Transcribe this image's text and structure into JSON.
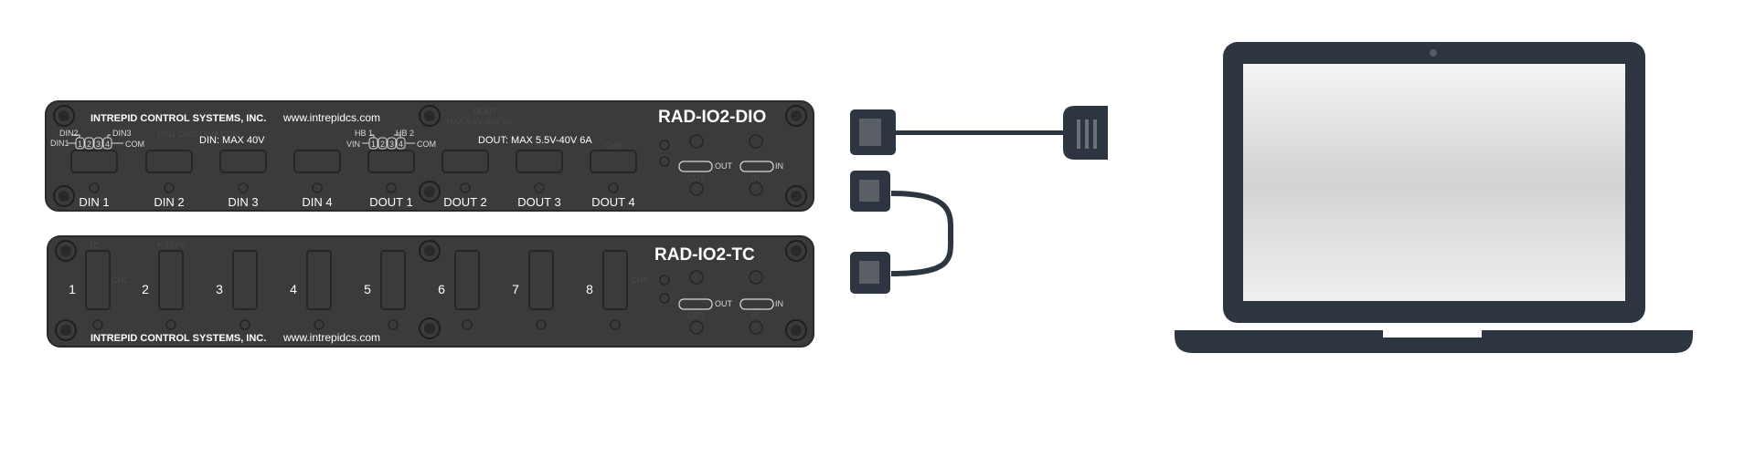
{
  "dio_panel": {
    "company": "INTREPID CONTROL SYSTEMS, INC.",
    "website": "www.intrepidcs.com",
    "model": "RAD-IO2-DIO",
    "din_spec": "DIN: MAX 40V",
    "dout_spec": "DOUT: MAX 5.5V-40V 6A",
    "dout_ghost": "DOUT",
    "dout_ghost_spec": "MAX 5.5V-40V 6A",
    "pin_labels": {
      "din1": "DIN1",
      "din2": "DIN2",
      "din3": "DIN3",
      "com_left": "COM",
      "hb1": "HB 1",
      "hb2": "HB 2",
      "vin": "VIN",
      "com_right": "COM",
      "pins": [
        "1",
        "2",
        "3",
        "4"
      ]
    },
    "port_labels": [
      "DIN 1",
      "DIN 2",
      "DIN 3",
      "DIN 4",
      "DOUT 1",
      "DOUT 2",
      "DOUT 3",
      "DOUT 4"
    ],
    "ghost_labels": [
      "DIN1 DIN2 DIN3 COM",
      "CH8"
    ],
    "link_labels": {
      "out": "OUT",
      "in": "IN",
      "out_below": "OUT",
      "in_below": "IN"
    }
  },
  "tc_panel": {
    "company": "INTREPID CONTROL SYSTEMS, INC.",
    "website": "www.intrepidcs.com",
    "model": "RAD-IO2-TC",
    "channel_numbers": [
      "1",
      "2",
      "3",
      "4",
      "5",
      "6",
      "7",
      "8"
    ],
    "ghost_labels": {
      "tc": "TC",
      "ktype": "K TYPE",
      "ch1": "CH1",
      "ch8": "CH8"
    },
    "link_labels": {
      "out": "OUT",
      "in": "IN",
      "out_below": "OUT",
      "in_below": "IN"
    }
  },
  "colors": {
    "panel": "#3b3b3b",
    "panel_edge": "#2a2a2a",
    "laptop_body": "#2d3540",
    "cable": "#2d3540",
    "screen_top": "#f2f2f2",
    "screen_mid": "#d4d4d4"
  }
}
